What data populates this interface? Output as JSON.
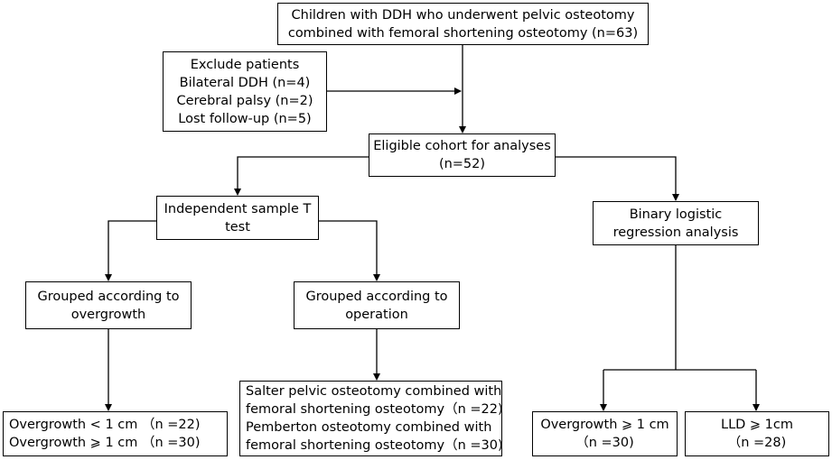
{
  "nodes": {
    "start": {
      "lines": [
        "Children with DDH who underwent pelvic osteotomy",
        "combined with femoral shortening osteotomy (n=63)"
      ]
    },
    "exclude": {
      "lines": [
        "Exclude patients",
        "Bilateral DDH (n=4)",
        "Cerebral palsy (n=2)",
        "Lost follow-up (n=5)"
      ]
    },
    "eligible": {
      "lines": [
        "Eligible cohort for analyses",
        "(n=52)"
      ]
    },
    "ttest": {
      "lines": [
        "Independent sample T",
        "test"
      ]
    },
    "logistic": {
      "lines": [
        "Binary logistic",
        "regression analysis"
      ]
    },
    "grp_overgrowth": {
      "lines": [
        "Grouped according to",
        "overgrowth"
      ]
    },
    "grp_operation": {
      "lines": [
        "Grouped according to",
        "operation"
      ]
    },
    "res_overgrowth": {
      "lines": [
        "Overgrowth < 1 cm （n =22)",
        "Overgrowth ⩾ 1 cm （n =30)"
      ]
    },
    "res_operation": {
      "lines": [
        "Salter pelvic osteotomy combined with",
        "femoral shortening osteotomy（n =22)",
        "Pemberton osteotomy combined with",
        "femoral shortening osteotomy（n =30)"
      ]
    },
    "res_og_logit": {
      "lines": [
        "Overgrowth ⩾ 1 cm",
        "（n =30)"
      ]
    },
    "res_lld": {
      "lines": [
        "LLD ⩾ 1cm",
        "（n =28)"
      ]
    }
  }
}
